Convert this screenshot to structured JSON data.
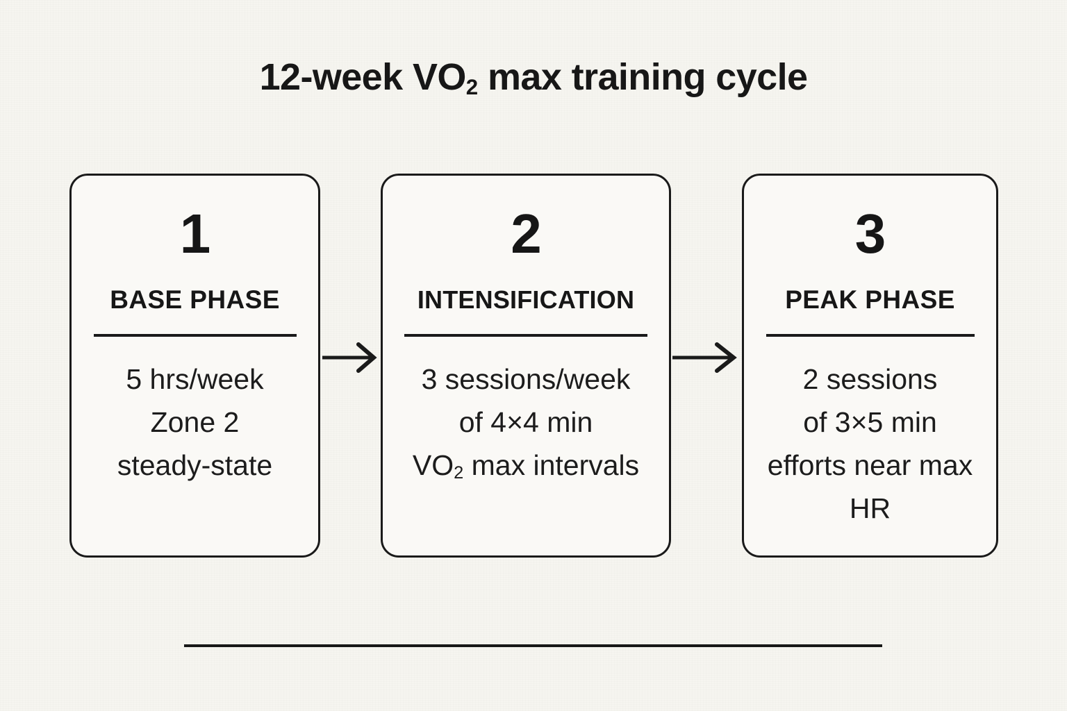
{
  "title": {
    "prefix": "12-week VO",
    "subscript": "2",
    "suffix": " max training cycle",
    "full_text": "12-week VO2 max training cycle"
  },
  "phases": [
    {
      "number": "1",
      "name": "BASE PHASE",
      "detail_lines": [
        "5 hrs/week",
        "Zone 2",
        "steady-state"
      ]
    },
    {
      "number": "2",
      "name": "INTENSIFICATION",
      "detail_lines": [
        "3 sessions/week",
        "of 4×4 min"
      ],
      "detail_last_prefix": "VO",
      "detail_last_subscript": "2",
      "detail_last_suffix": " max intervals"
    },
    {
      "number": "3",
      "name": "PEAK PHASE",
      "detail_lines": [
        "2 sessions",
        "of 3×5 min",
        "efforts near max",
        "HR"
      ]
    }
  ],
  "arrows": [
    {
      "label": "base-phase-to-intensification"
    },
    {
      "label": "intensification-to-peak-phase"
    }
  ],
  "colors": {
    "background": "#f6f5f0",
    "card_fill": "#faf9f6",
    "ink": "#1a1a1a"
  }
}
